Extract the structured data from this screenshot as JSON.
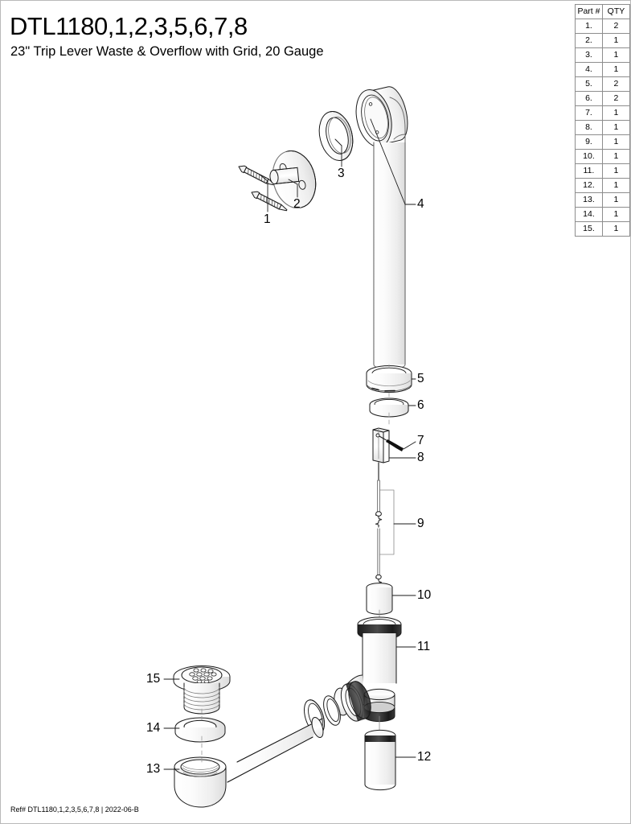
{
  "document": {
    "title": "DTL1180,1,2,3,5,6,7,8",
    "subtitle": "23\" Trip Lever Waste & Overflow with Grid, 20 Gauge",
    "footer_ref": "Ref# DTL1180,1,2,3,5,6,7,8 | 2022-06-B"
  },
  "parts_table": {
    "headers": [
      "Part #",
      "QTY"
    ],
    "rows": [
      {
        "part": "1.",
        "qty": "2"
      },
      {
        "part": "2.",
        "qty": "1"
      },
      {
        "part": "3.",
        "qty": "1"
      },
      {
        "part": "4.",
        "qty": "1"
      },
      {
        "part": "5.",
        "qty": "2"
      },
      {
        "part": "6.",
        "qty": "2"
      },
      {
        "part": "7.",
        "qty": "1"
      },
      {
        "part": "8.",
        "qty": "1"
      },
      {
        "part": "9.",
        "qty": "1"
      },
      {
        "part": "10.",
        "qty": "1"
      },
      {
        "part": "11.",
        "qty": "1"
      },
      {
        "part": "12.",
        "qty": "1"
      },
      {
        "part": "13.",
        "qty": "1"
      },
      {
        "part": "14.",
        "qty": "1"
      },
      {
        "part": "15.",
        "qty": "1"
      }
    ]
  },
  "callouts": {
    "c1": "1",
    "c2": "2",
    "c3": "3",
    "c4": "4",
    "c5": "5",
    "c6": "6",
    "c7": "7",
    "c8": "8",
    "c9": "9",
    "c10": "10",
    "c11": "11",
    "c12": "12",
    "c13": "13",
    "c14": "14",
    "c15": "15"
  },
  "colors": {
    "line": "#1a1a1a",
    "thin_line": "#6e6e6e",
    "shade": "#2b2b2b",
    "border": "#b9b9b9",
    "table_border": "#8d8d8d"
  }
}
